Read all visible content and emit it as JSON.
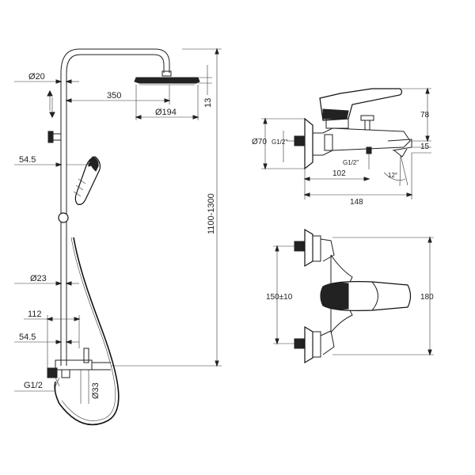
{
  "labels": {
    "pipe_diameter": "Ø20",
    "arm_length": "350",
    "head_height": "13",
    "head_diameter": "Ø194",
    "holder_offset": "54.5",
    "column_height": "1100-1300",
    "bar_diameter": "Ø23",
    "mixer_width": "112",
    "mixer_offset": "54.5",
    "thread": "G1/2",
    "outlet_diameter": "Ø33",
    "flange_diameter": "Ø70",
    "tap_thread_left": "G1/2\"",
    "tap_thread_bottom": "G1/2\"",
    "tap_height": "78",
    "spout_height": "15",
    "spout_reach": "102",
    "total_depth": "148",
    "spout_angle": "12°",
    "center_distance": "150±10",
    "total_width": "180"
  }
}
